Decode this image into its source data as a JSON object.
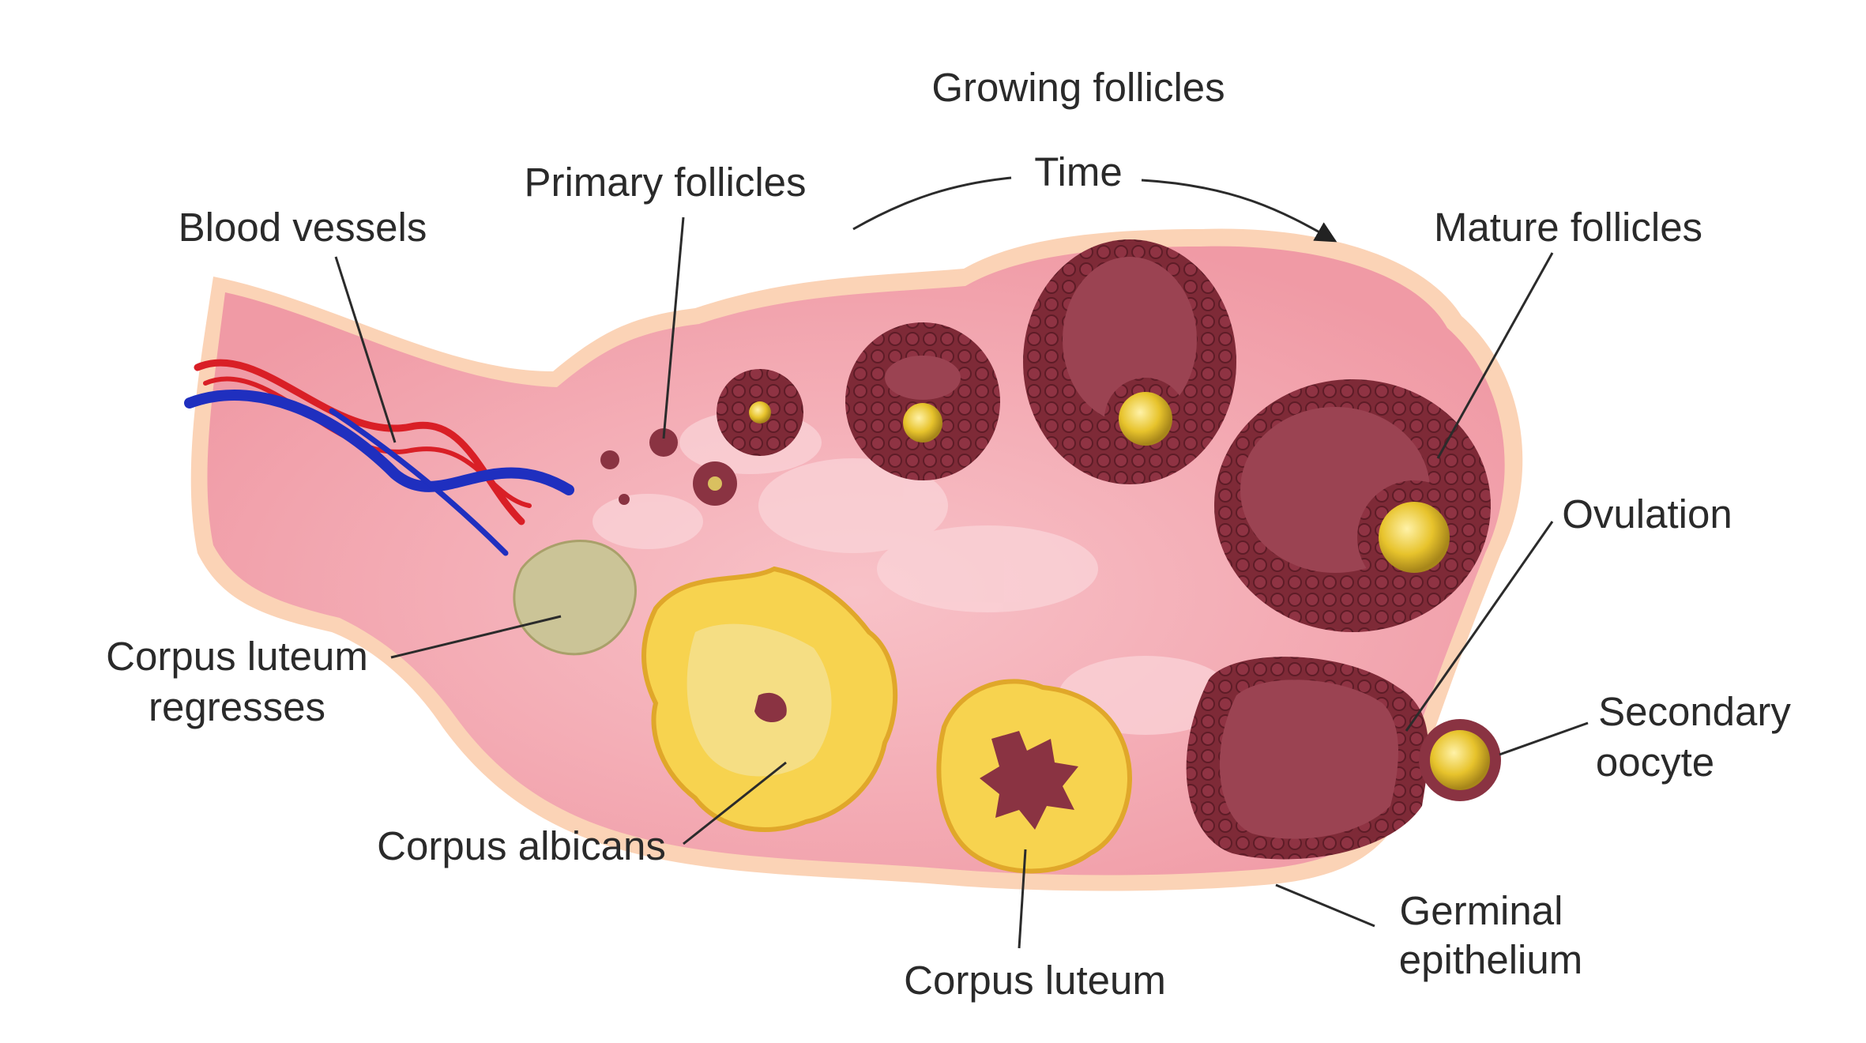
{
  "labels": {
    "growing_follicles": "Growing follicles",
    "time": "Time",
    "primary_follicles": "Primary follicles",
    "blood_vessels": "Blood vessels",
    "mature_follicles": "Mature follicles",
    "ovulation": "Ovulation",
    "corpus_luteum_regresses_line1": "Corpus luteum",
    "corpus_luteum_regresses_line2": "regresses",
    "secondary_oocyte_line1": "Secondary",
    "secondary_oocyte_line2": "oocyte",
    "corpus_albicans": "Corpus albicans",
    "germinal_epithelium_line1": "Germinal",
    "germinal_epithelium_line2": "epithelium",
    "corpus_luteum": "Corpus luteum"
  },
  "colors": {
    "ovary_tissue": "#f3a3ad",
    "ovary_rim": "#fbd3b6",
    "follicle_wall": "#7e2a37",
    "follicle_antrum": "#9b4352",
    "oocyte": "#e7c32c",
    "corpus_luteum": "#f7d34f",
    "regressed_luteum": "#cbc497",
    "artery": "#d91f26",
    "vein": "#1f2fbf",
    "label_text": "#2a2a2a"
  }
}
